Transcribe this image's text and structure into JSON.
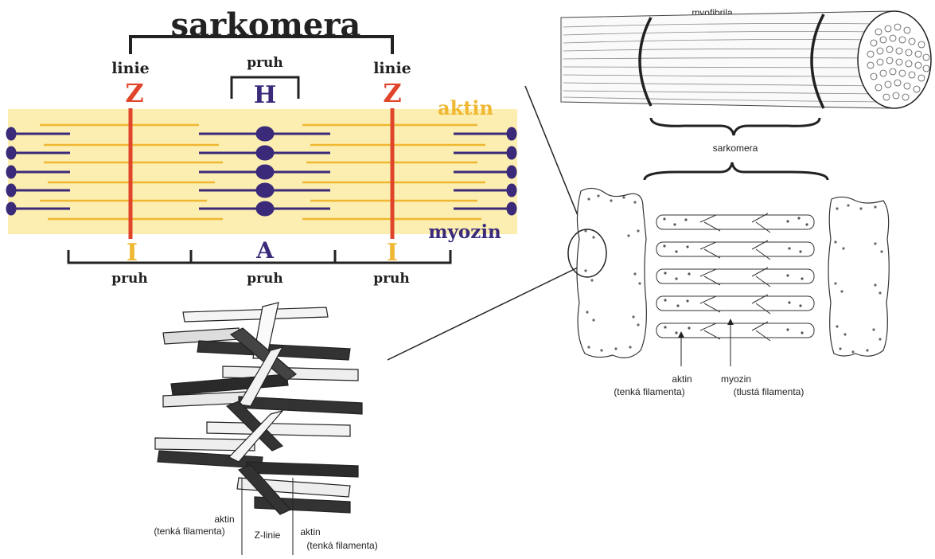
{
  "sarcomere_diagram": {
    "title": "sarkomera",
    "z_left_caption": "linie",
    "z_left_letter": "Z",
    "h_caption": "pruh",
    "h_letter": "H",
    "z_right_caption": "linie",
    "z_right_letter": "Z",
    "actin_label": "aktin",
    "myosin_label": "myozin",
    "i_left_letter": "I",
    "a_letter": "A",
    "i_right_letter": "I",
    "band_left_label": "pruh",
    "band_mid_label": "pruh",
    "band_right_label": "pruh",
    "colors": {
      "band_bg": "#fbeeb0",
      "actin": "#f0b732",
      "myosin": "#3b2a7a",
      "z_line": "#e0452c",
      "title": "#222222"
    }
  },
  "myofibril_drawing": {
    "label_top": "myofibrila",
    "label_sarcomere": "sarkomera",
    "label_actin": "aktin",
    "label_actin_sub": "(tenká filamenta)",
    "label_myosin": "myozin",
    "label_myosin_sub": "(tlustá filamenta)"
  },
  "zline_drawing": {
    "label_actin_left": "aktin",
    "label_actin_left_sub": "(tenká filamenta)",
    "label_zline": "Z-linie",
    "label_actin_right": "aktin",
    "label_actin_right_sub": "(tenká filamenta)"
  }
}
